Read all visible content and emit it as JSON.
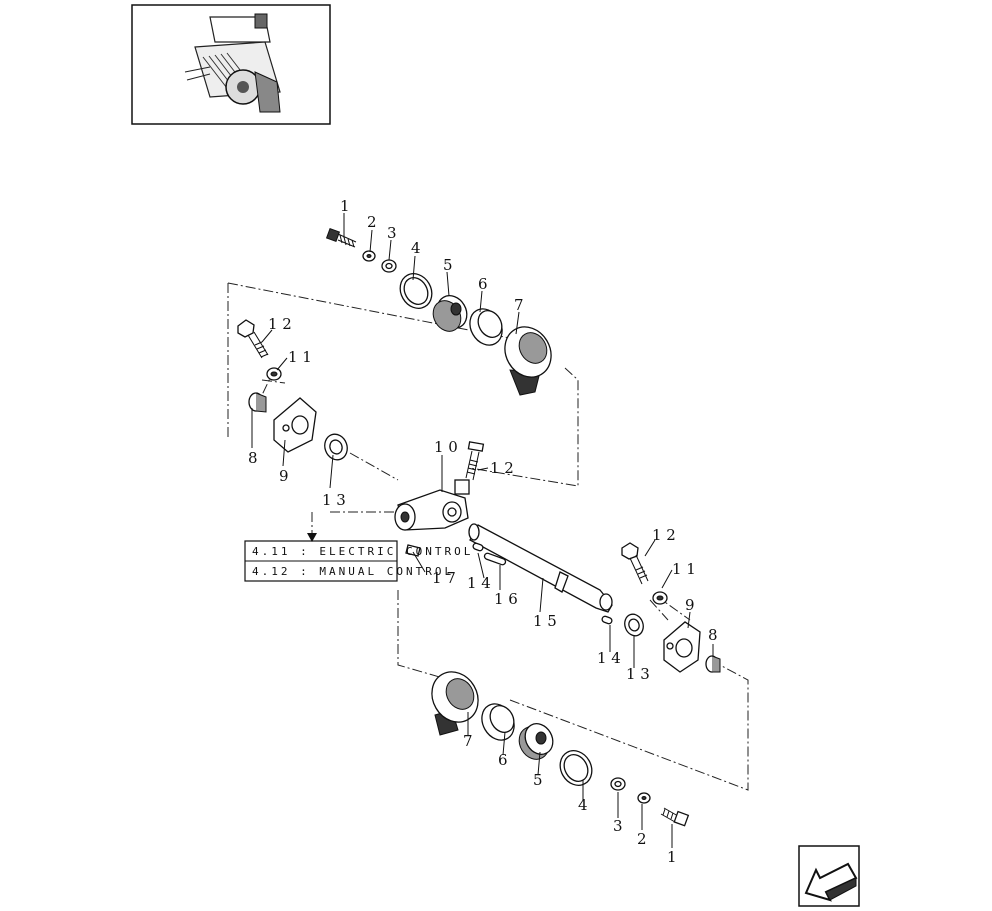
{
  "callouts": {
    "top_1": "1",
    "top_2": "2",
    "top_3": "3",
    "top_4": "4",
    "top_5": "5",
    "top_6": "6",
    "top_7": "7",
    "left_12": "1 2",
    "left_11": "1 1",
    "left_8": "8",
    "left_9": "9",
    "left_13": "1 3",
    "center_10": "1 0",
    "center_12": "1 2",
    "center_17": "1 7",
    "center_14": "1 4",
    "center_16": "1 6",
    "center_15": "1 5",
    "right_12": "1 2",
    "right_11": "1 1",
    "right_9": "9",
    "right_8": "8",
    "right_14": "1 4",
    "right_13": "1 3",
    "bottom_7": "7",
    "bottom_6": "6",
    "bottom_5": "5",
    "bottom_4": "4",
    "bottom_3": "3",
    "bottom_2": "2",
    "bottom_1": "1"
  },
  "reference_box": {
    "row1": "4.11  :  ELECTRIC  CONTROL",
    "row2": "4.12  :  MANUAL  CONTROL"
  },
  "icons": {
    "thumbnail": "baler-assembly-thumbnail",
    "nav_arrow": "previous-page-arrow-icon"
  }
}
